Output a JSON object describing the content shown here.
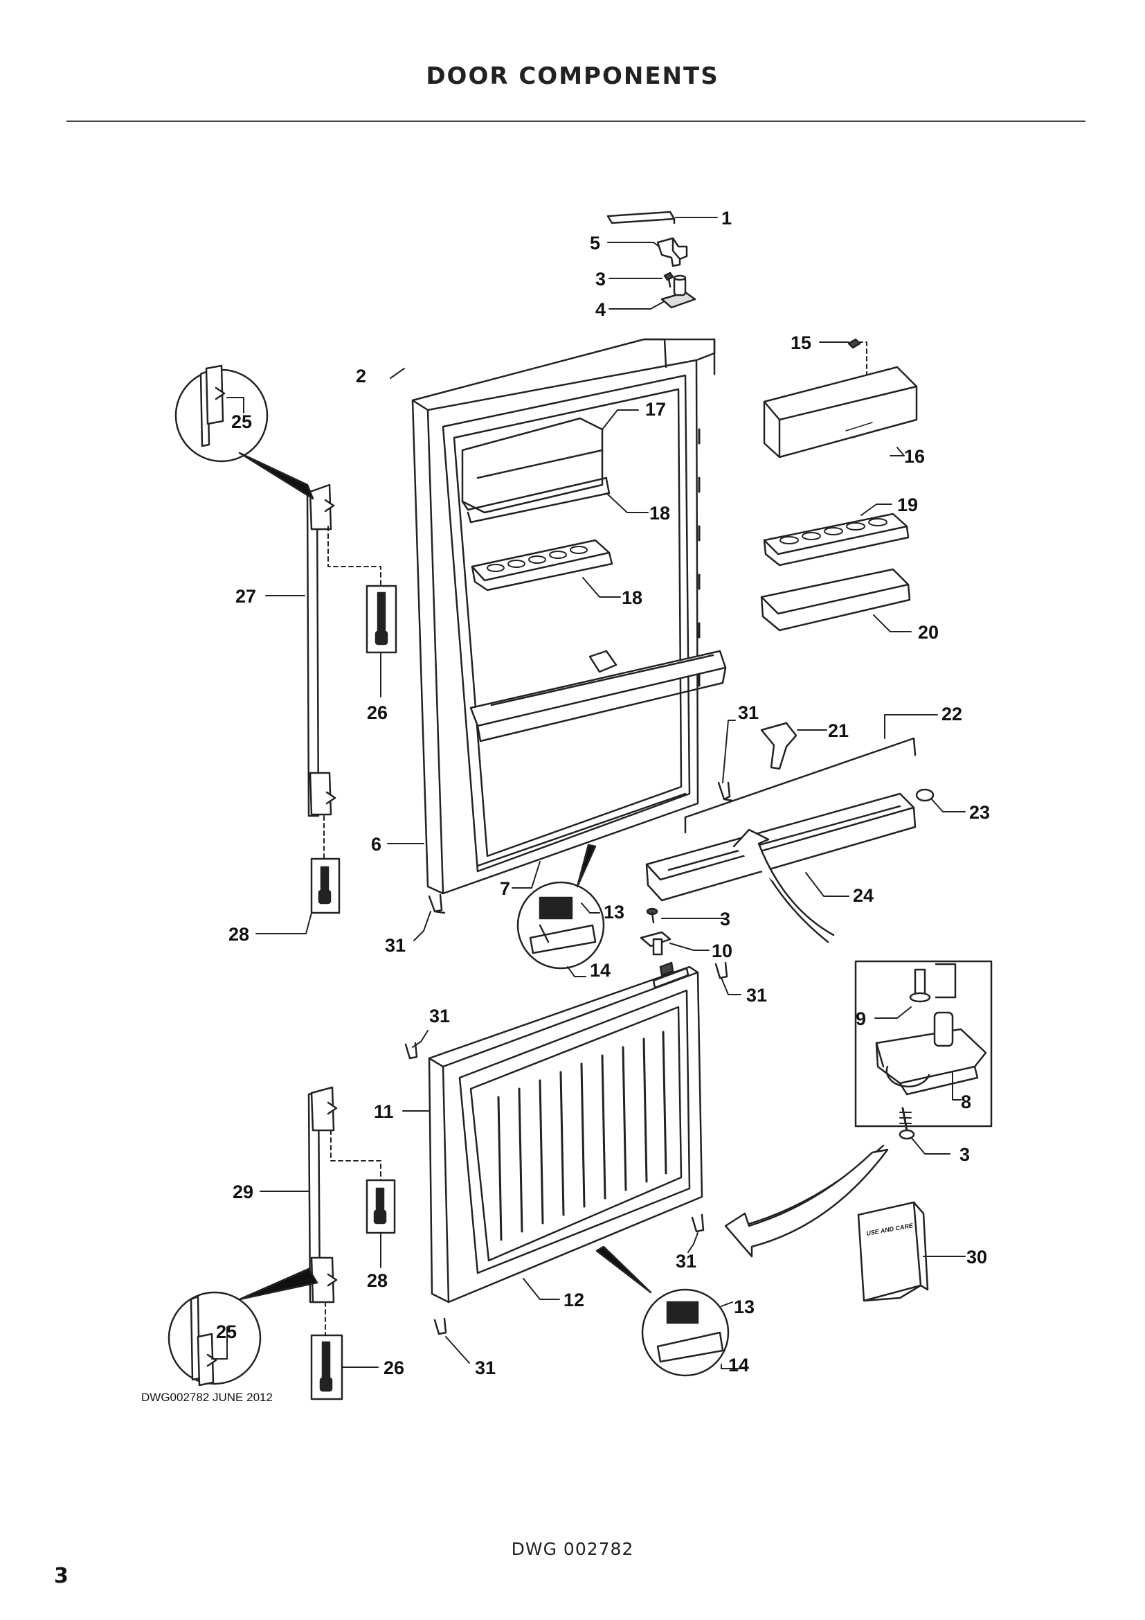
{
  "page": {
    "title": "DOOR COMPONENTS",
    "drawing_code": "DWG002782   JUNE 2012",
    "footer": "DWG 002782",
    "page_number": "3"
  },
  "callouts": {
    "c1": "1",
    "c5": "5",
    "c3a": "3",
    "c4": "4",
    "c15": "15",
    "c2": "2",
    "c17": "17",
    "c16": "16",
    "c25a": "25",
    "c18a": "18",
    "c19": "19",
    "c27": "27",
    "c18b": "18",
    "c20": "20",
    "c26a": "26",
    "c31a": "31",
    "c21": "21",
    "c22": "22",
    "c23": "23",
    "c6": "6",
    "c7": "7",
    "c13a": "13",
    "c3b": "3",
    "c24": "24",
    "c28a": "28",
    "c31b": "31",
    "c10": "10",
    "c14a": "14",
    "c31c": "31",
    "c31d": "31",
    "c9": "9",
    "c11": "11",
    "c8": "8",
    "c3c": "3",
    "c29": "29",
    "c28b": "28",
    "c31e": "31",
    "c30": "30",
    "c12": "12",
    "c13b": "13",
    "c25b": "25",
    "c26b": "26",
    "c14b": "14",
    "c31f": "31"
  },
  "manual_cover_text": "USE AND CARE"
}
